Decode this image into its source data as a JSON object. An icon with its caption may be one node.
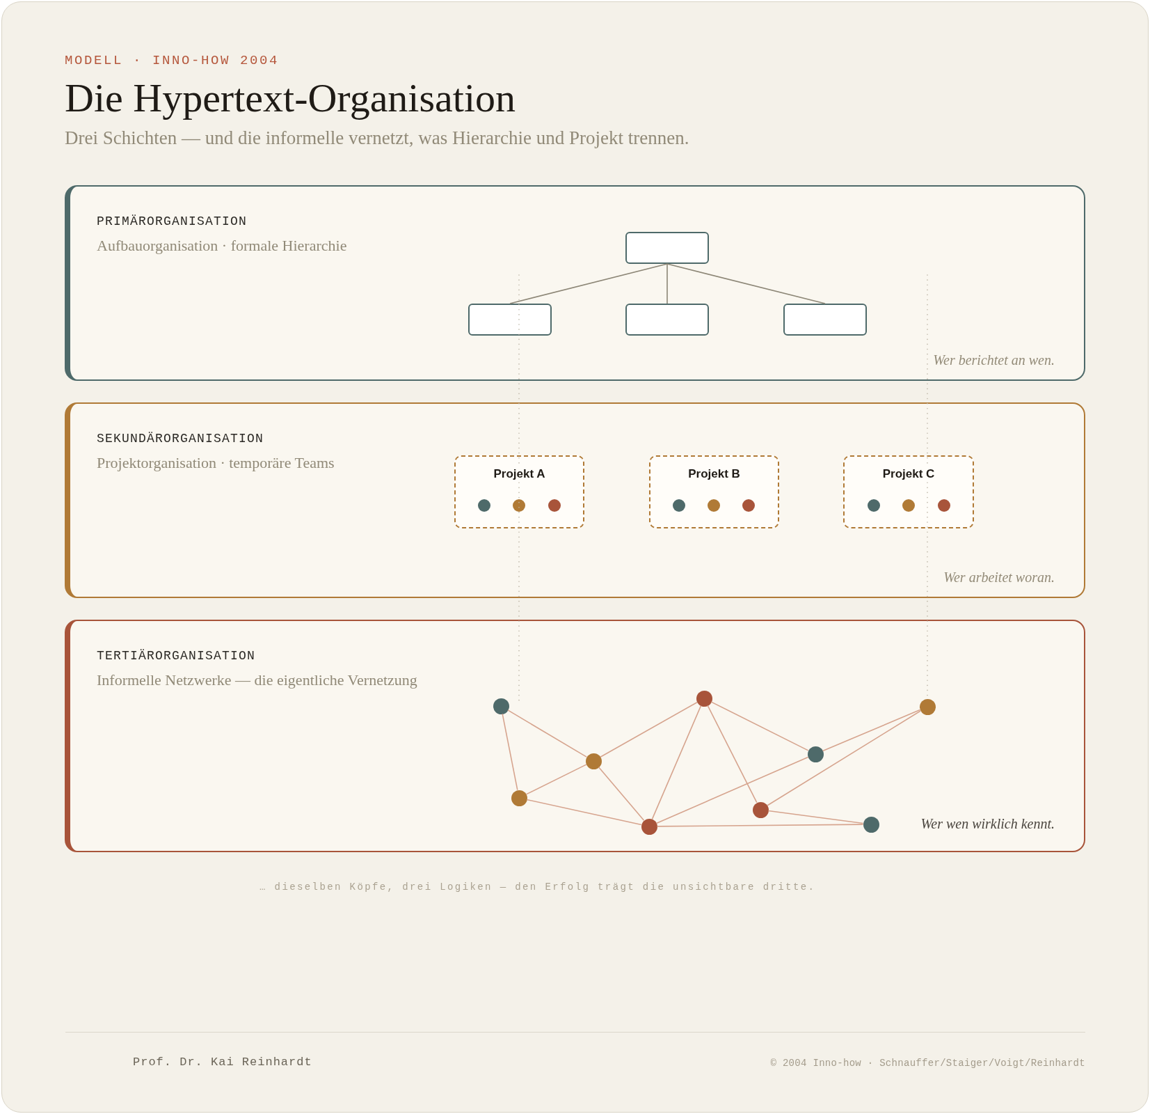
{
  "diagram": {
    "title": "Die Hypertext-Organisation",
    "caption": "… dieselben Köpfe, drei Logiken — den Erfolg trägt die unsichtbare dritte.",
    "nodes": [
      {
        "text": [
          "PRIMÄRORGANISATION",
          "Aufbauorganisation · formale Hierarchie",
          "Wer berichtet an wen."
        ]
      },
      {
        "text": [],
        "shape": "box",
        "in": 0
      },
      {
        "text": [],
        "shape": "box",
        "in": 0
      },
      {
        "text": [],
        "shape": "box",
        "in": 0
      },
      {
        "text": [],
        "shape": "box",
        "in": 0
      },
      {
        "text": [
          "SEKUNDÄRORGANISATION",
          "Projektorganisation · temporäre Teams",
          "Wer arbeitet woran."
        ]
      },
      {
        "text": [
          "Projekt A"
        ],
        "in": 5
      },
      {
        "text": [],
        "shape": "circle",
        "in": 6
      },
      {
        "text": [],
        "shape": "circle",
        "in": 6
      },
      {
        "text": [],
        "shape": "circle",
        "in": 6
      },
      {
        "text": [
          "Projekt B"
        ],
        "in": 5
      },
      {
        "text": [],
        "shape": "circle",
        "in": 10
      },
      {
        "text": [],
        "shape": "circle",
        "in": 10
      },
      {
        "text": [],
        "shape": "circle",
        "in": 10
      },
      {
        "text": [
          "Projekt C"
        ],
        "in": 5
      },
      {
        "text": [],
        "shape": "circle",
        "in": 14
      },
      {
        "text": [],
        "shape": "circle",
        "in": 14
      },
      {
        "text": [],
        "shape": "circle",
        "in": 14
      },
      {
        "text": [
          "TERTIÄRORGANISATION",
          "Informelle Netzwerke — die eigentliche Vernetzung",
          "Wer wen wirklich kennt."
        ]
      },
      {
        "text": [],
        "shape": "circle",
        "in": 18
      },
      {
        "text": [],
        "shape": "circle",
        "in": 18
      },
      {
        "text": [],
        "shape": "circle",
        "in": 18
      },
      {
        "text": [],
        "shape": "circle",
        "in": 18
      },
      {
        "text": [],
        "shape": "circle",
        "in": 18
      },
      {
        "text": [],
        "shape": "circle",
        "in": 18
      },
      {
        "text": [],
        "shape": "circle",
        "in": 18
      },
      {
        "text": [],
        "shape": "circle",
        "in": 18
      },
      {
        "text": [],
        "shape": "circle",
        "in": 18
      }
    ],
    "edges": [
      {
        "from": 1,
        "to": 2,
        "arrow": "none",
        "color": "#8c8676"
      },
      {
        "from": 1,
        "to": 3,
        "arrow": "none",
        "color": "#8c8676"
      },
      {
        "from": 1,
        "to": 4,
        "arrow": "none",
        "color": "#8c8676"
      },
      {
        "from": 19,
        "to": 22,
        "arrow": "none"
      },
      {
        "from": 19,
        "to": 24,
        "arrow": "none"
      },
      {
        "from": 22,
        "to": 20,
        "arrow": "none"
      },
      {
        "from": 22,
        "to": 24,
        "arrow": "none"
      },
      {
        "from": 22,
        "to": 25,
        "arrow": "none"
      },
      {
        "from": 20,
        "to": 25,
        "arrow": "none"
      },
      {
        "from": 20,
        "to": 23,
        "arrow": "none"
      },
      {
        "from": 20,
        "to": 26,
        "arrow": "none"
      },
      {
        "from": 23,
        "to": 21,
        "arrow": "none"
      },
      {
        "from": 23,
        "to": 25,
        "arrow": "none"
      },
      {
        "from": 26,
        "to": 21,
        "arrow": "none"
      },
      {
        "from": 26,
        "to": 27,
        "arrow": "none"
      },
      {
        "from": 24,
        "to": 25,
        "arrow": "none"
      },
      {
        "from": 25,
        "to": 27,
        "arrow": "none"
      },
      {
        "from": null,
        "to": 21,
        "arrow": "none",
        "style": "dashed",
        "color": "#bdb5a6"
      }
    ],
    "labels": [
      "MODELL · INNO-HOW 2004",
      "Drei Schichten — und die informelle vernetzt, was Hierarchie und Projekt trennen.",
      "Prof. Dr. Kai Reinhardt",
      "© 2004 Inno-how · Schnauffer/Staiger/Voigt/Reinhardt"
    ]
  }
}
